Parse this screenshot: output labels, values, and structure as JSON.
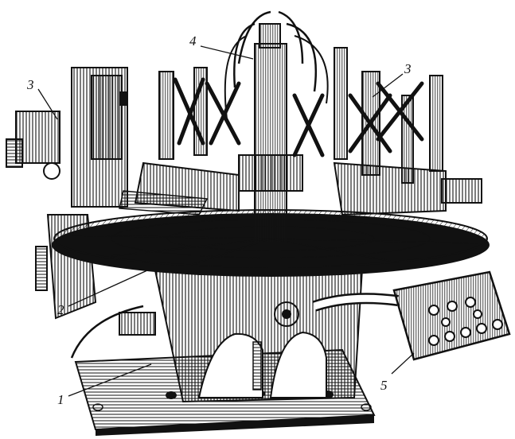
{
  "figure": {
    "ink_color": "#111111",
    "paper_color": "#ffffff",
    "callouts": [
      {
        "id": "c1",
        "text": "1"
      },
      {
        "id": "c2",
        "text": "2"
      },
      {
        "id": "c3a",
        "text": "3"
      },
      {
        "id": "c3b",
        "text": "3"
      },
      {
        "id": "c4",
        "text": "4"
      },
      {
        "id": "c5",
        "text": "5"
      }
    ]
  }
}
